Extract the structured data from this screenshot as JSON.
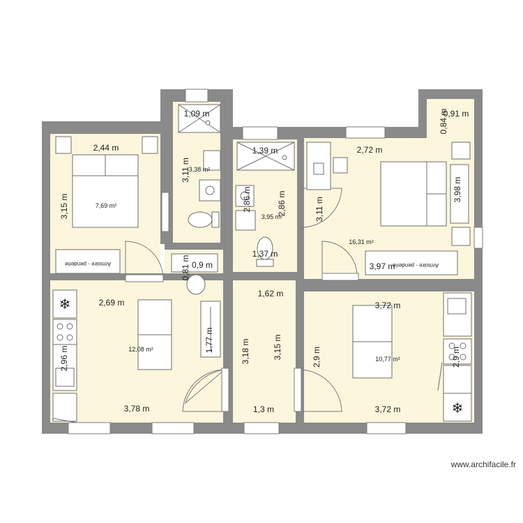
{
  "colors": {
    "wall": "#8a8a8a",
    "floor": "#fbf6dc",
    "furniture_stroke": "#6e6e6e",
    "text": "#222222"
  },
  "watermark": "www.archifacile.fr",
  "rooms": {
    "bedroom_left": {
      "area": "7,69 m²",
      "width": "2,44 m",
      "height": "3,15 m",
      "wardrobe": "Armoire - penderie"
    },
    "shower_room_top": {
      "area": "3,38 m²",
      "width": "1,09 m",
      "height": "3,11 m"
    },
    "shower_room_mid": {
      "area": "3,95 m²",
      "width": "1,39 m",
      "height": "2,86 m",
      "width_bottom": "1,37 m",
      "height_inner": "2,86 m"
    },
    "bedroom_right": {
      "area": "16,31 m²",
      "width": "2,72 m",
      "height": "3,11 m",
      "width_bottom": "3,97 m",
      "height_right": "3,98 m",
      "nook_width": "0,91 m",
      "nook_height": "0,84 m",
      "wardrobe": "Armoire - penderie"
    },
    "kitchen_left": {
      "area": "12,08 m²",
      "width_top": "2,69 m",
      "width_bottom": "3,78 m",
      "height": "2,96 m",
      "small_width": "0,9 m",
      "small_height": "0,81 m",
      "inner_height": "1,77 m"
    },
    "hallway": {
      "width_top": "1,62 m",
      "width_bottom": "1,3 m",
      "height_left": "3,18 m",
      "height_right": "3,15 m"
    },
    "living_right": {
      "area": "10,77 m²",
      "width_top": "3,72 m",
      "width_bottom": "3,72 m",
      "height_left": "2,9 m",
      "height_right": "2,9 m"
    }
  }
}
